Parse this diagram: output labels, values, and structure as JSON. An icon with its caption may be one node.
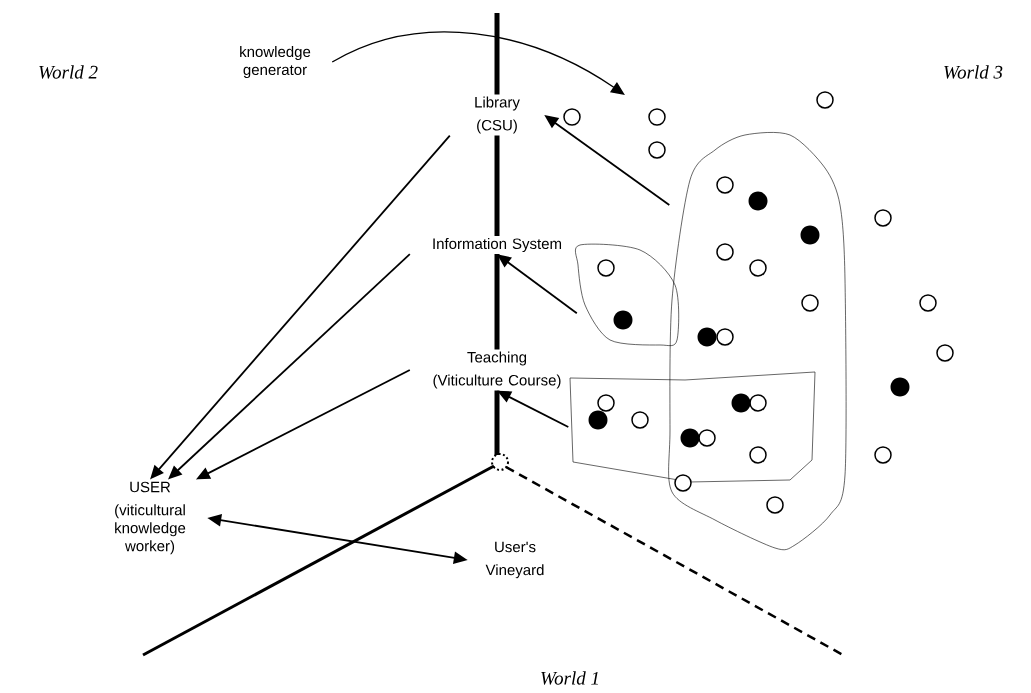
{
  "diagram": {
    "nodes": [
      {
        "text": [
          "knowledge generator"
        ]
      },
      {
        "text": [
          "Library",
          "(CSU)"
        ]
      },
      {
        "text": [
          "Information System"
        ]
      },
      {
        "text": [
          "Teaching",
          "(Viticulture Course)"
        ]
      },
      {
        "text": [
          "USER",
          "(viticultural knowledge worker)"
        ]
      },
      {
        "text": [
          "User's",
          "Vineyard"
        ]
      },
      {
        "text": [],
        "shape": "blob"
      },
      {
        "text": [],
        "shape": "blob"
      },
      {
        "text": [],
        "shape": "box"
      }
    ],
    "edges": [
      {
        "from": 0,
        "to": null,
        "arrow": "to"
      },
      {
        "from": 6,
        "to": 1,
        "arrow": "to"
      },
      {
        "from": 7,
        "to": 2,
        "arrow": "to"
      },
      {
        "from": 8,
        "to": 3,
        "arrow": "to"
      },
      {
        "from": 1,
        "to": 4,
        "arrow": "to"
      },
      {
        "from": 2,
        "to": 4,
        "arrow": "to"
      },
      {
        "from": 3,
        "to": 4,
        "arrow": "to"
      },
      {
        "from": 4,
        "to": 5,
        "arrow": "both"
      }
    ],
    "labels": [
      "World 2",
      "World 3",
      "World 1"
    ]
  }
}
